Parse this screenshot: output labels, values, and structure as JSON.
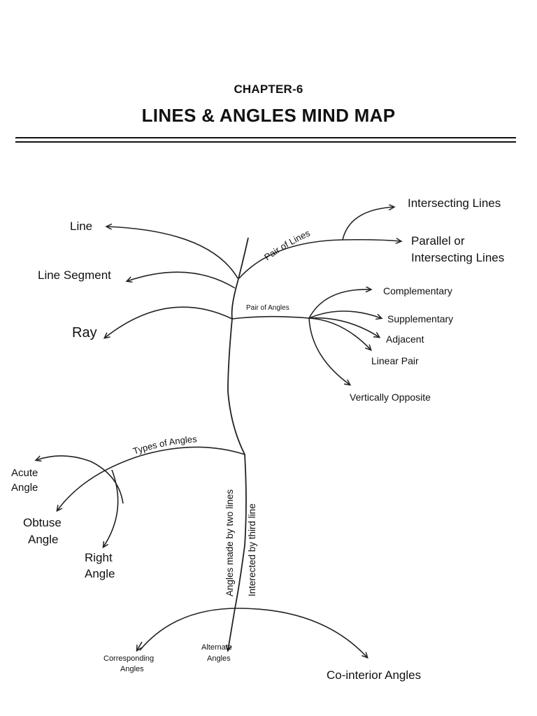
{
  "header": {
    "chapter": "CHAPTER-6",
    "title": "LINES & ANGLES MIND MAP"
  },
  "nodes": {
    "line": "Line",
    "line_segment": "Line Segment",
    "ray": "Ray",
    "intersecting_lines": "Intersecting Lines",
    "parallel_line1": "Parallel or",
    "parallel_line2": "Intersecting Lines",
    "complementary": "Complementary",
    "supplementary": "Supplementary",
    "adjacent": "Adjacent",
    "linear_pair": "Linear Pair",
    "vertically_opposite": "Vertically Opposite",
    "acute_1": "Acute",
    "acute_2": "Angle",
    "obtuse_1": "Obtuse",
    "obtuse_2": "Angle",
    "right_1": "Right",
    "right_2": "Angle",
    "corresponding_1": "Corresponding",
    "corresponding_2": "Angles",
    "alternate_1": "Alternate",
    "alternate_2": "Angles",
    "co_interior": "Co-interior Angles"
  },
  "branches": {
    "pair_of_lines": "Pair of Lines",
    "pair_of_angles": "Pair of Angles",
    "types_of_angles": "Types of Angles",
    "two_lines": "Angles made by two lines",
    "third_line": "Interected by third line"
  }
}
